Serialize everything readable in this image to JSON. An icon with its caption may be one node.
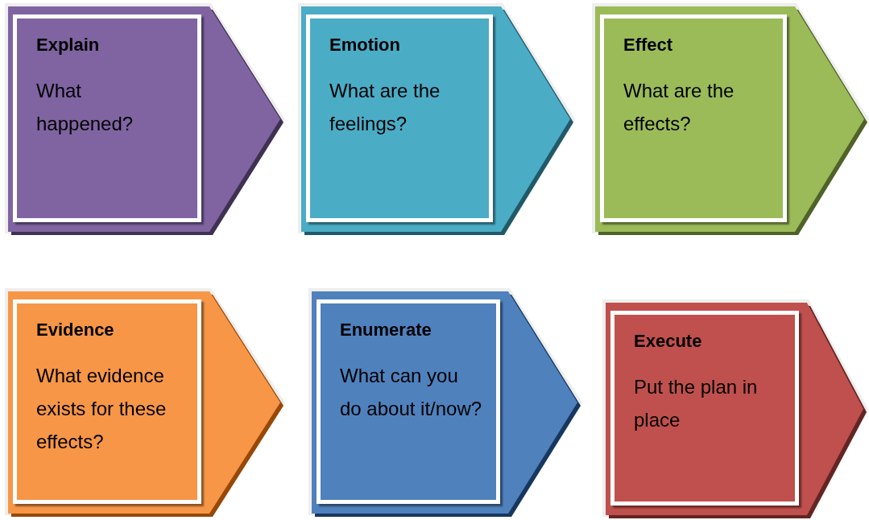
{
  "diagram": {
    "nodes": [
      {
        "text": [
          "Explain",
          "What happened?"
        ]
      },
      {
        "text": [
          "Emotion",
          "What are the feelings?"
        ]
      },
      {
        "text": [
          "Effect",
          "What are the effects?"
        ]
      },
      {
        "text": [
          "Evidence",
          "What evidence exists for these effects?"
        ]
      },
      {
        "text": [
          "Enumerate",
          "What can you do about it/now?"
        ]
      },
      {
        "text": [
          "Execute",
          "Put the plan in place"
        ]
      }
    ]
  }
}
